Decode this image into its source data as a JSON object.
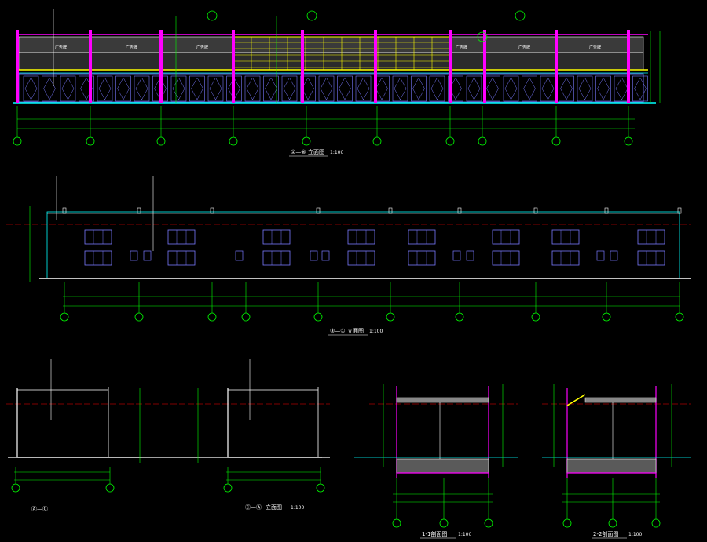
{
  "colors": {
    "background": "#000000",
    "axis": "#00ff00",
    "wall": "#ffffff",
    "parapet": "#ff00ff",
    "window": "#7a7aff",
    "cyan": "#00ffff",
    "yellow": "#ffff00",
    "red": "#ff0000",
    "text": "#ffffff",
    "signboard": "#555555",
    "hatch": "#b0b0b0"
  },
  "drawings": {
    "elev_main": {
      "title_prefix": "①—⑧",
      "title_text": "立面图",
      "scale": "1:100",
      "sign_label": "广告牌"
    },
    "elev_rear": {
      "title_prefix": "⑧—①",
      "title_text": "立面图",
      "scale": "1:100"
    },
    "elev_side": {
      "title_a": "Ⓐ—Ⓒ",
      "title_b": "Ⓒ—Ⓐ",
      "title_text": "立面图",
      "scale": "1:100"
    },
    "section_1": {
      "title": "1-1剖面图",
      "scale": "1:100"
    },
    "section_2": {
      "title": "2-2剖面图",
      "scale": "1:100"
    }
  }
}
